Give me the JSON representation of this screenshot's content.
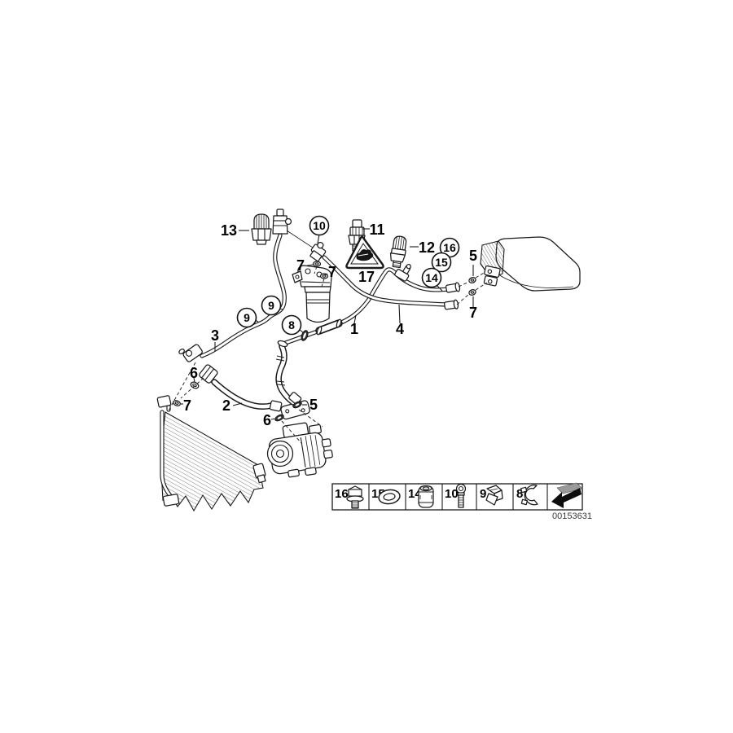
{
  "drawing_number": "00153631",
  "callouts": {
    "1": "1",
    "2": "2",
    "3": "3",
    "4": "4",
    "5": "5",
    "6": "6",
    "7": "7",
    "8": "8",
    "9": "9",
    "10": "10",
    "11": "11",
    "12": "12",
    "13": "13",
    "14": "14",
    "15": "15",
    "16": "16",
    "17": "17"
  },
  "legend": {
    "cells": [
      {
        "label": "16",
        "icon": "hex-bolt-icon"
      },
      {
        "label": "15",
        "icon": "o-ring-icon"
      },
      {
        "label": "14",
        "icon": "valve-cap-icon"
      },
      {
        "label": "10",
        "icon": "screw-icon"
      },
      {
        "label": "9",
        "icon": "clip-icon"
      },
      {
        "label": "8",
        "icon": "clamp-icon"
      }
    ],
    "arrow_icon": "page-turn-arrow-icon"
  },
  "icons": {
    "warning": "refrigerant-warning-triangle-icon"
  },
  "colors": {
    "line": "#1a1a1a",
    "background": "#ffffff",
    "arrow_shadow": "#9a9a9a",
    "arrow": "#0d0d0d"
  }
}
